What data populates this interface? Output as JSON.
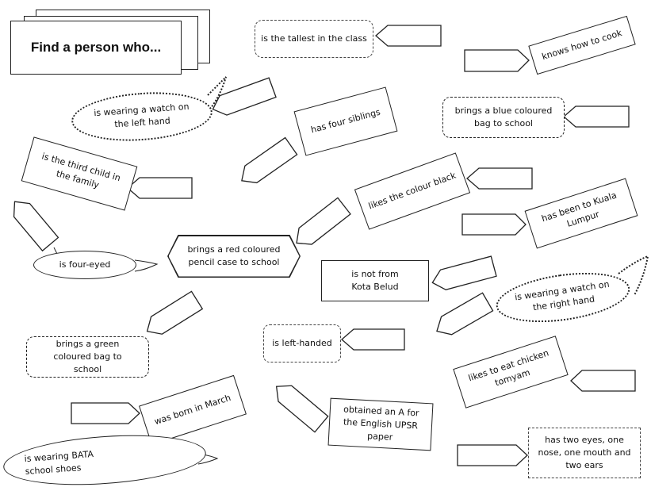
{
  "title": "Find a person who...",
  "prompts": {
    "tallest": "is the tallest in the class",
    "cook": "knows how to cook",
    "watch_left": "is wearing a watch on the left hand",
    "siblings": "has four siblings",
    "blue_bag": "brings a blue coloured bag to school",
    "third_child": "is the third child in the family",
    "black": "likes the colour black",
    "kuala_lumpur": "has been to Kuala Lumpur",
    "four_eyed": "is four-eyed",
    "red_case": "brings a red coloured pencil case to school",
    "not_kota_belud": "is not from Kota Belud",
    "watch_right": "is wearing a watch on the right hand",
    "green_bag": "brings a green coloured bag to school",
    "left_handed": "is left-handed",
    "tomyam": "likes to eat chicken tomyam",
    "march": "was born in March",
    "upsr": "obtained an A for the English UPSR paper",
    "bata": "is wearing BATA school shoes",
    "two_eyes": "has two eyes, one nose, one mouth and two ears"
  }
}
